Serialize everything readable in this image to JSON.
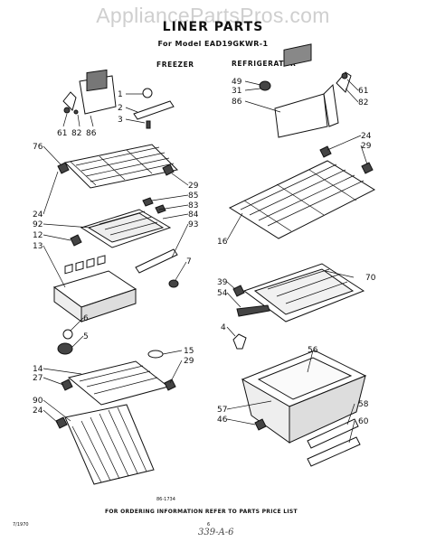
{
  "watermark": "AppliancePartsPros.com",
  "title": "LINER PARTS",
  "subtitle": "For Model EAD19GKWR-1",
  "sections": {
    "freezer": "FREEZER",
    "refrigerator": "REFRIGERATOR"
  },
  "callouts": {
    "freezer": [
      "1",
      "2",
      "3",
      "61",
      "82",
      "86",
      "76",
      "29",
      "85",
      "83",
      "84",
      "24",
      "92",
      "12",
      "93",
      "13",
      "7",
      "6",
      "5",
      "15",
      "29",
      "14",
      "27",
      "90",
      "24"
    ],
    "refrigerator": [
      "49",
      "31",
      "86",
      "61",
      "82",
      "24",
      "29",
      "16",
      "39",
      "54",
      "70",
      "4",
      "56",
      "57",
      "46",
      "58",
      "60"
    ]
  },
  "drawing_code": "86-1734",
  "footer": "FOR ORDERING INFORMATION REFER TO PARTS PRICE LIST",
  "date_code": "7/1970",
  "page_number": "6",
  "handwritten_note": "339-A-6"
}
